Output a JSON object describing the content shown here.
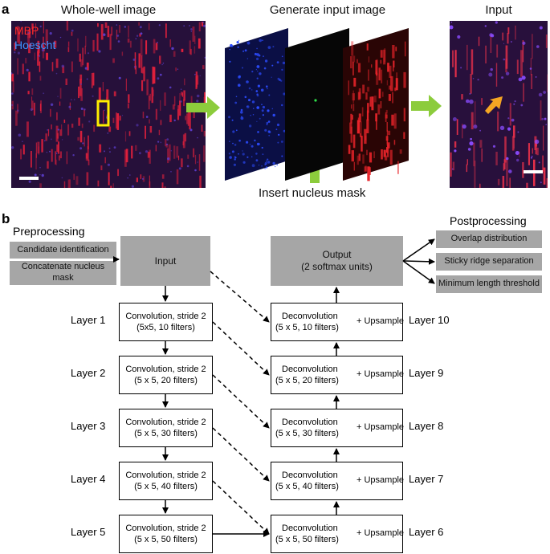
{
  "panel_a": {
    "label": "a",
    "whole_well_title": "Whole-well image",
    "legend_mbp": "MBP",
    "legend_hoechst": "Hoescht",
    "generate_title": "Generate input image",
    "input_title": "Input",
    "insert_caption": "Insert nucleus mask",
    "colors": {
      "mbp": "#ff2a2a",
      "hoechst": "#2f8cff",
      "yellow_box": "#ffee00",
      "green_arrow": "#8ccc3c",
      "orange_arrow": "#f5a623"
    }
  },
  "panel_b": {
    "label": "b",
    "preprocessing_title": "Preprocessing",
    "preprocessing_items": [
      "Candidate identification",
      "Concatenate nucleus mask"
    ],
    "postprocessing_title": "Postprocessing",
    "postprocessing_items": [
      "Overlap distribution",
      "Sticky ridge separation",
      "Minimum length threshold"
    ],
    "input_label": "Input",
    "output_label": "Output\n(2 softmax units)",
    "encoder": [
      {
        "layer": "Layer 1",
        "line1": "Convolution, stride 2",
        "line2": "(5x5, 10 filters)"
      },
      {
        "layer": "Layer 2",
        "line1": "Convolution, stride 2",
        "line2": "(5 x 5, 20 filters)"
      },
      {
        "layer": "Layer 3",
        "line1": "Convolution, stride 2",
        "line2": "(5 x 5, 30 filters)"
      },
      {
        "layer": "Layer 4",
        "line1": "Convolution, stride 2",
        "line2": "(5 x 5, 40 filters)"
      },
      {
        "layer": "Layer 5",
        "line1": "Convolution, stride 2",
        "line2": "(5 x 5, 50 filters)"
      }
    ],
    "decoder": [
      {
        "layer": "Layer 10",
        "line1": "Deconvolution",
        "line2": "(5 x 5, 10 filters)"
      },
      {
        "layer": "Layer 9",
        "line1": "Deconvolution",
        "line2": "(5 x 5, 20 filters)"
      },
      {
        "layer": "Layer 8",
        "line1": "Deconvolution",
        "line2": "(5 x 5, 30 filters)"
      },
      {
        "layer": "Layer 7",
        "line1": "Deconvolution",
        "line2": "(5 x 5, 40 filters)"
      },
      {
        "layer": "Layer 6",
        "line1": "Deconvolution",
        "line2": "(5 x 5, 50 filters)"
      }
    ],
    "upsample_label": "+ Upsample"
  }
}
